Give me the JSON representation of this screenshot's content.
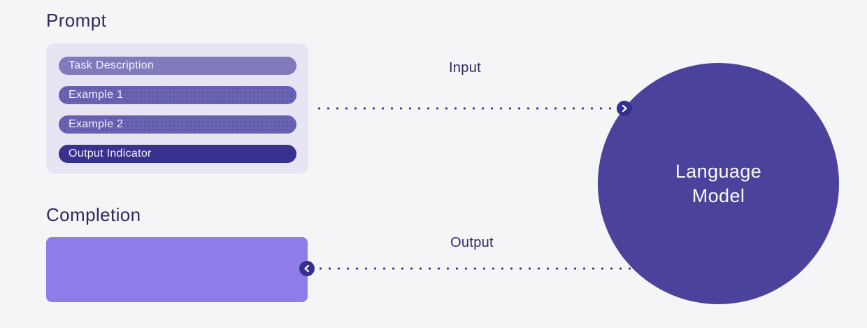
{
  "prompt_section": {
    "title": "Prompt",
    "blocks": [
      {
        "label": "Task Description",
        "color": "#817bbc"
      },
      {
        "label": "Example 1",
        "color": "#6a63b3"
      },
      {
        "label": "Example 2",
        "color": "#6a63b3"
      },
      {
        "label": "Output Indicator",
        "color": "#39318e"
      }
    ]
  },
  "completion_section": {
    "title": "Completion",
    "box_color": "#8e7ce8"
  },
  "flows": {
    "input": {
      "label": "Input",
      "arrow_icon": "chevron-right",
      "direction": "to-model"
    },
    "output": {
      "label": "Output",
      "arrow_icon": "chevron-left",
      "direction": "from-model"
    }
  },
  "model_node": {
    "label_line1": "Language",
    "label_line2": "Model",
    "color": "#4b429b"
  },
  "colors": {
    "page_background": "#f5f4f6",
    "panel_background": "#e7e5f4",
    "heading_text": "#2e2a5f",
    "flow_label_text": "#312b66",
    "dotted_line": "#3b3292",
    "badge_background": "#372f8c",
    "pill_text": "#f3f2fa",
    "model_text": "#fbfbfd"
  }
}
